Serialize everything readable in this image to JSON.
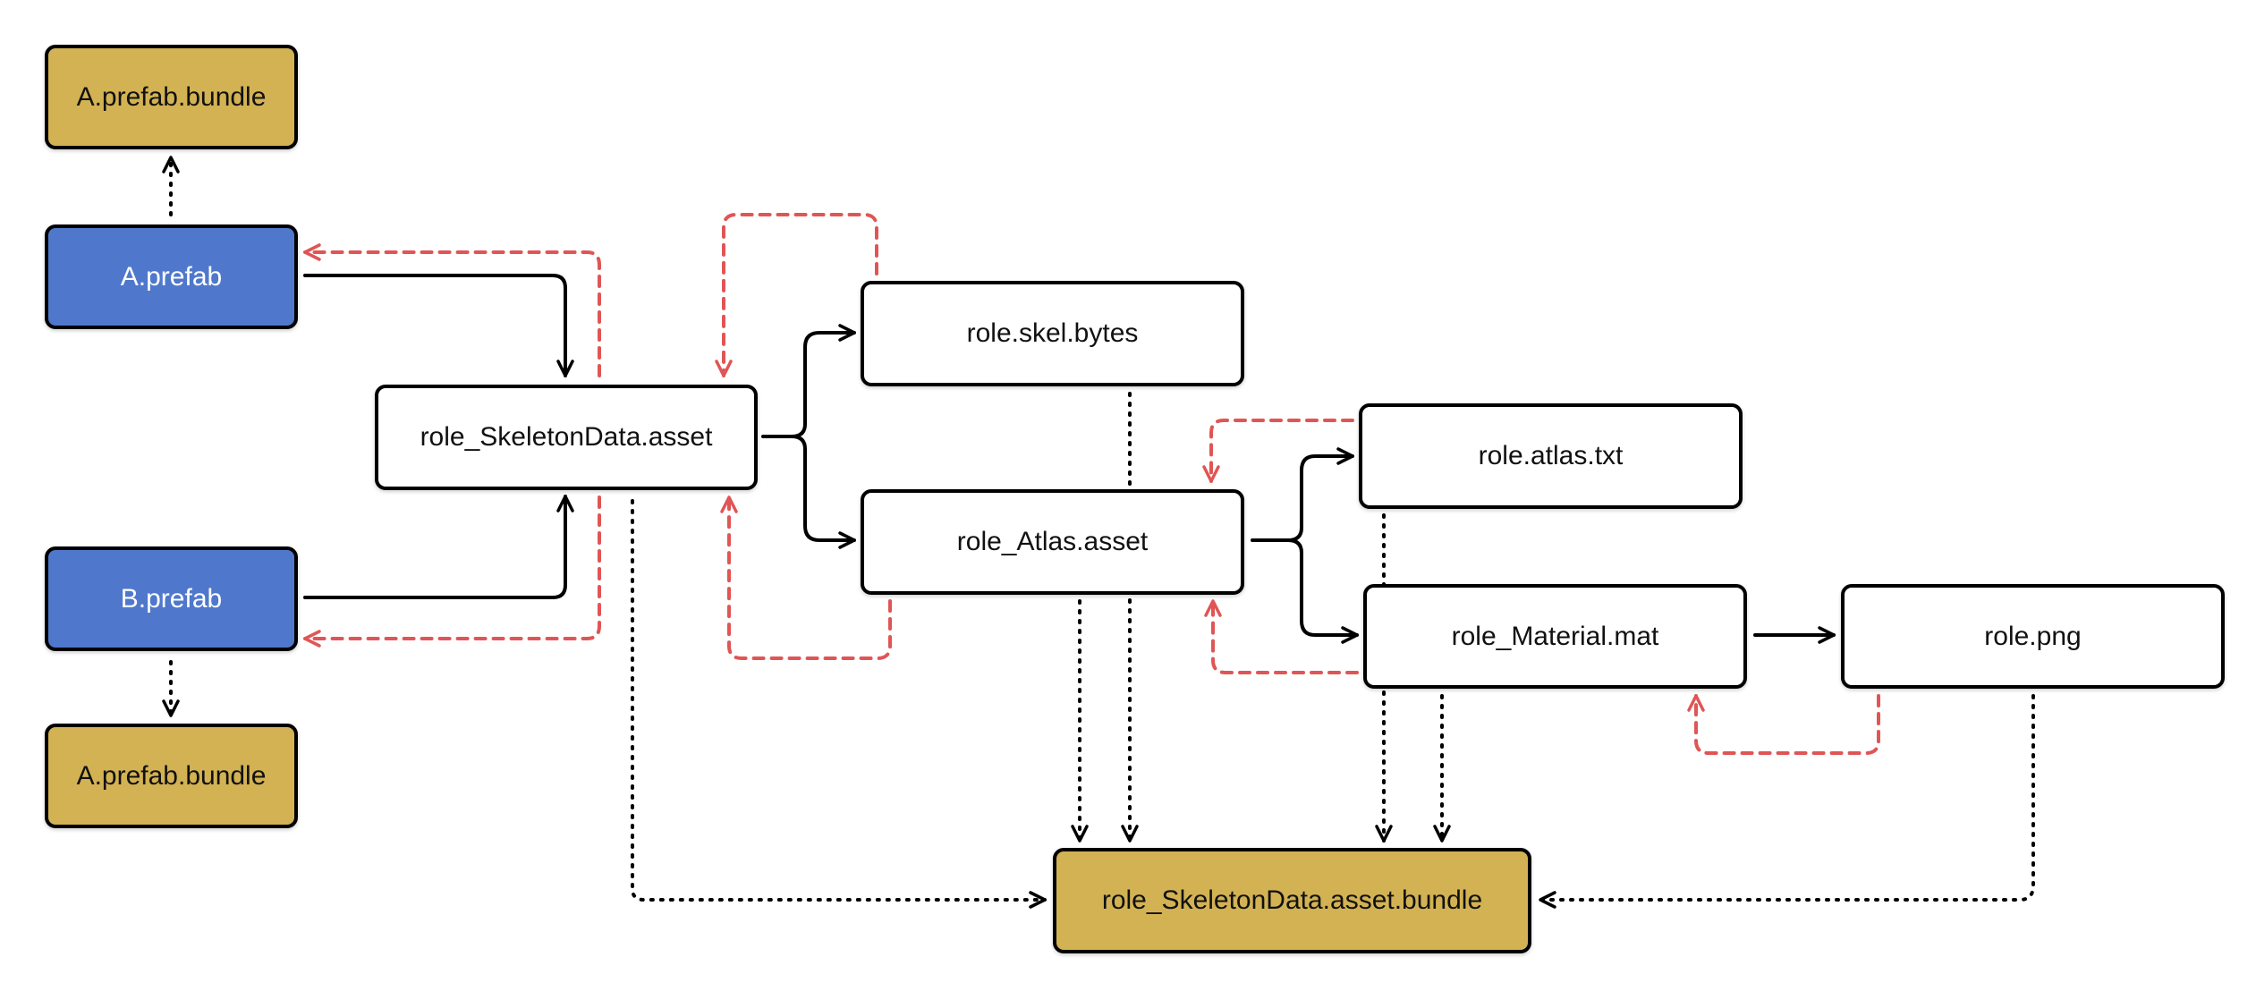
{
  "colors": {
    "bundle": "#d3b253",
    "prefab": "#4f78cd",
    "asset": "#ffffff",
    "reference_arrow": "#000000",
    "reverse_dependency_arrow": "#e05555"
  },
  "nodes": {
    "a_prefab_bundle_top": "A.prefab.bundle",
    "a_prefab": "A.prefab",
    "b_prefab": "B.prefab",
    "a_prefab_bundle_bottom": "A.prefab.bundle",
    "skeleton_data_asset": "role_SkeletonData.asset",
    "skel_bytes": "role.skel.bytes",
    "atlas_asset": "role_Atlas.asset",
    "atlas_txt": "role.atlas.txt",
    "material_mat": "role_Material.mat",
    "role_png": "role.png",
    "skeleton_data_asset_bundle": "role_SkeletonData.asset.bundle"
  }
}
